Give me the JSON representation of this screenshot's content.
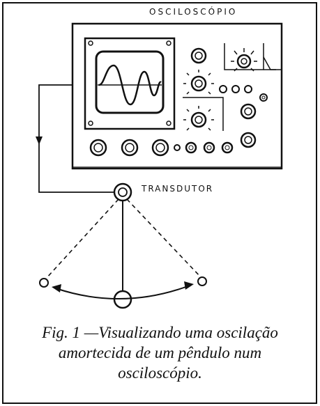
{
  "oscilloscope_label": "OSCILOSCÓPIO",
  "transducer_label": "TRANSDUTOR",
  "caption": {
    "line1": "Fig. 1 —Visualizando uma oscilação",
    "line2": "amortecida de um pêndulo num",
    "line3": "osciloscópio."
  },
  "colors": {
    "ink": "#111111",
    "paper": "#ffffff"
  }
}
